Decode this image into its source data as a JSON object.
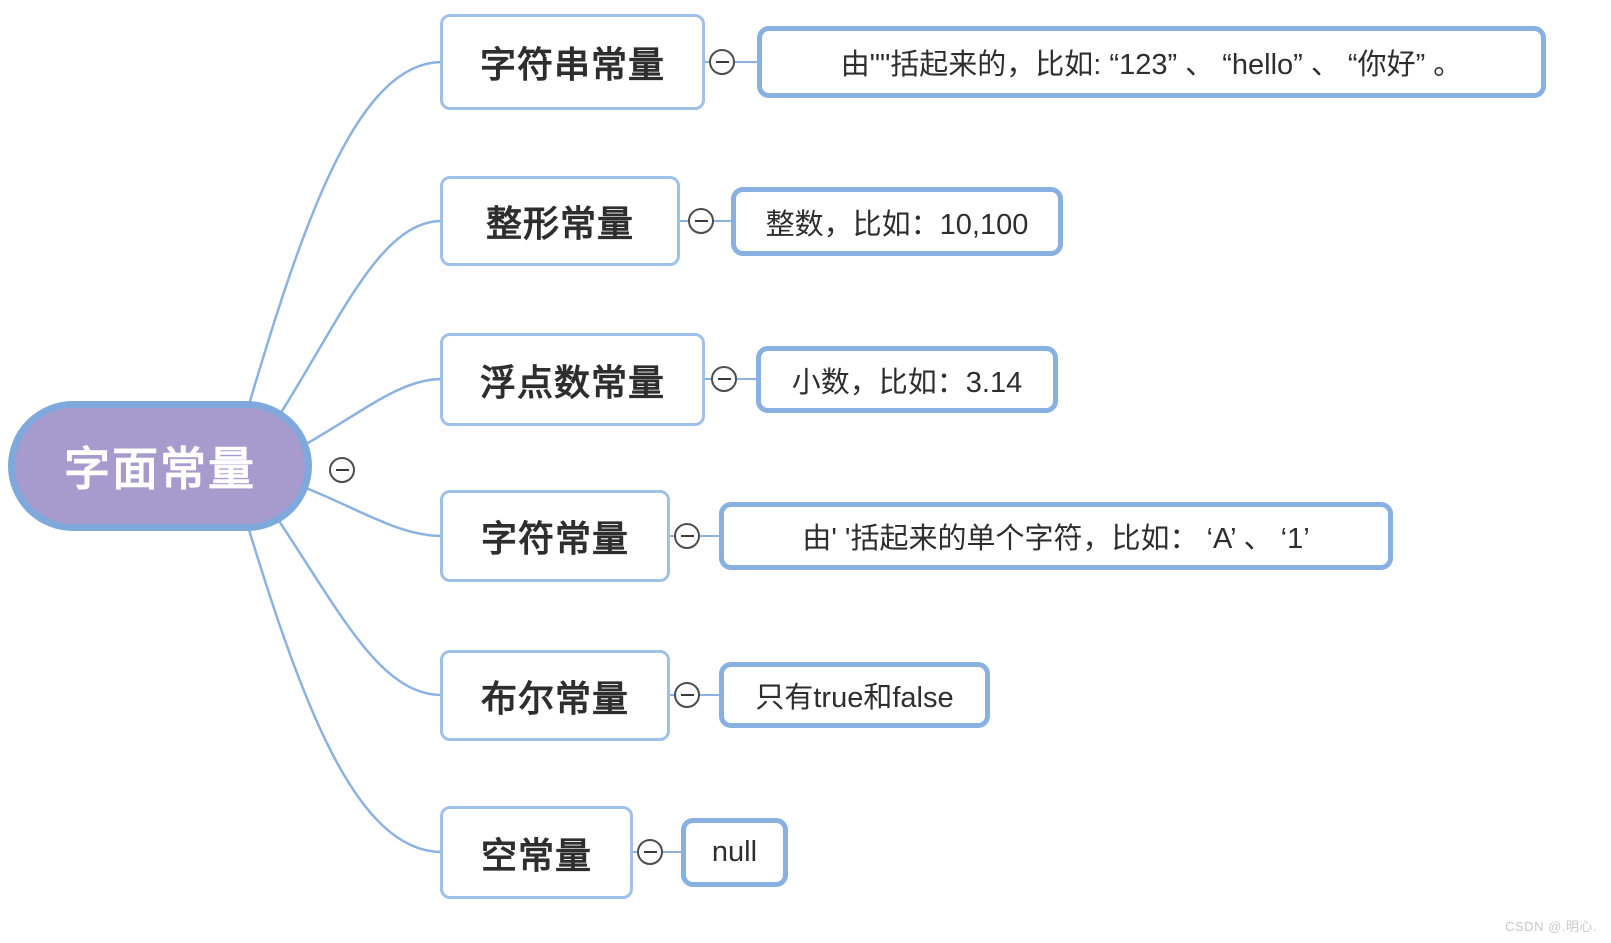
{
  "root": {
    "label": "字面常量"
  },
  "branches": [
    {
      "label": "字符串常量",
      "detail": "由\"\"括起来的，比如: “123” 、 “hello” 、 “你好” 。"
    },
    {
      "label": "整形常量",
      "detail": "整数，比如：10,100"
    },
    {
      "label": "浮点数常量",
      "detail": "小数，比如：3.14"
    },
    {
      "label": "字符常量",
      "detail": "由' '括起来的单个字符，比如： ‘A’ 、 ‘1’"
    },
    {
      "label": "布尔常量",
      "detail": "只有true和false"
    },
    {
      "label": "空常量",
      "detail": "null"
    }
  ],
  "watermark": "CSDN @.明心.",
  "colors": {
    "root-fill": "#a79acd",
    "root-border": "#7fa9dc",
    "branch-border": "#9fc0e8",
    "leaf-border": "#88b0e0",
    "connector": "#8bb2e0",
    "node-text": "#2e2e2e",
    "root-text": "#ffffff",
    "circle-border": "#4d4d4d",
    "watermark": "#c9c9c9"
  }
}
